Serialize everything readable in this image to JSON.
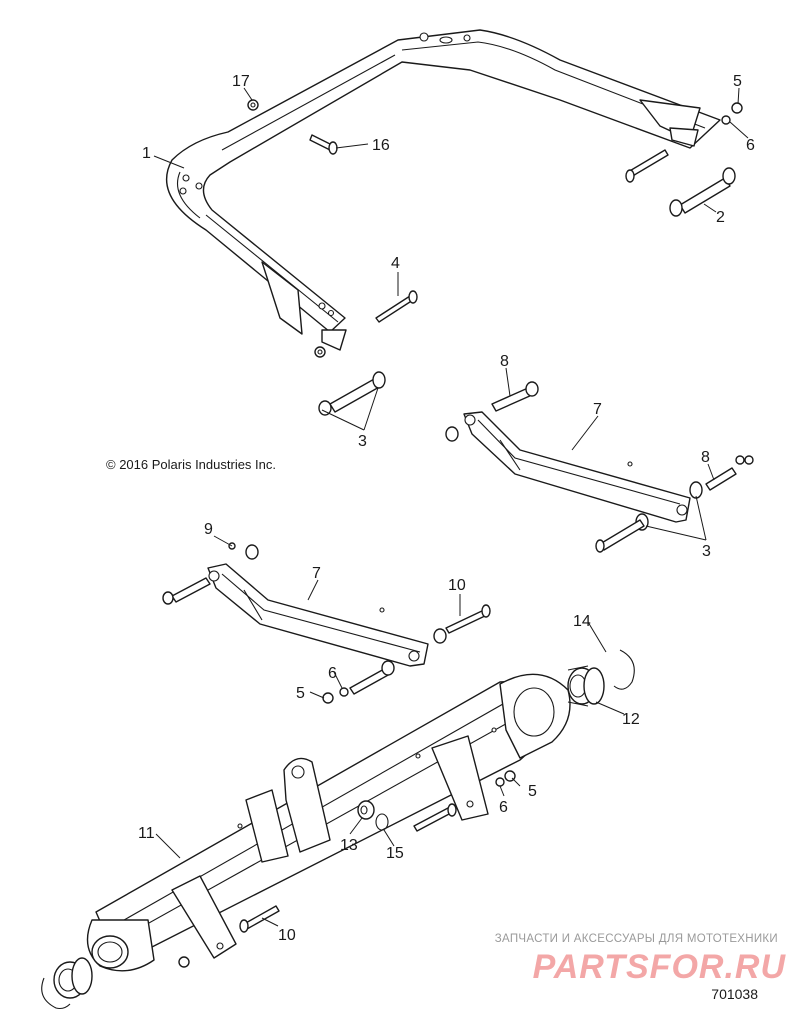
{
  "copyright": "© 2016 Polaris Industries Inc.",
  "figure_number": "701038",
  "watermark": {
    "caption": "ЗАПЧАСТИ И АКСЕССУАРЫ ДЛЯ МОТОТЕХНИКИ",
    "logo": "PARTSFOR.RU"
  },
  "callouts": {
    "c1": "1",
    "c2": "2",
    "c3a": "3",
    "c3b": "3",
    "c4": "4",
    "c5a": "5",
    "c5b": "5",
    "c5c": "5",
    "c6a": "6",
    "c6b": "6",
    "c6c": "6",
    "c7a": "7",
    "c7b": "7",
    "c8a": "8",
    "c8b": "8",
    "c9": "9",
    "c10a": "10",
    "c10b": "10",
    "c11": "11",
    "c12": "12",
    "c13": "13",
    "c14": "14",
    "c15": "15",
    "c16": "16",
    "c17": "17"
  },
  "colors": {
    "line": "#1a1a1a",
    "watermark_logo": "#f3a7a7",
    "watermark_text": "#9a9a9a"
  }
}
